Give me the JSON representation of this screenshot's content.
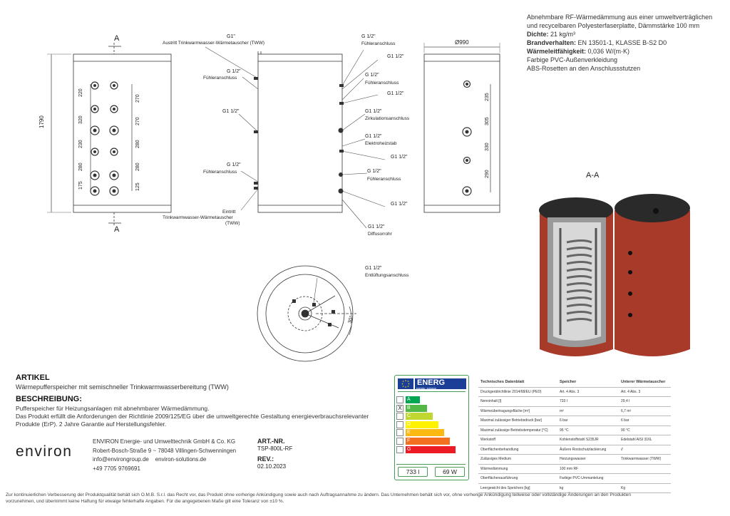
{
  "specs": {
    "heading_line1": "Abnehmbare RF-Wärmedämmung aus einer umweltverträglichen",
    "heading_line2": "und recycelbaren Polyesterfaserplatte, Dämmstärke 100 mm",
    "density_label": "Dichte:",
    "density_value": "21 kg/m³",
    "fire_label": "Brandverhalten:",
    "fire_value": "EN 13501-1, KLASSE B-S2 D0",
    "conductivity_label": "Wärmeleitfähigkeit:",
    "conductivity_value": "0,036 W/(m·K)",
    "extra1": "Farbige PVC-Außenverkleidung",
    "extra2": "ABS-Rosetten an den Anschlussstutzen"
  },
  "drawing": {
    "section_A": "A",
    "section_AA": "A-A",
    "height_total": "1790",
    "diameter": "Ø990",
    "left_dims": [
      "220",
      "320",
      "230",
      "280",
      "175"
    ],
    "center_dims": [
      "270",
      "270",
      "280",
      "280",
      "125"
    ],
    "right_dims": [
      "235",
      "305",
      "330",
      "290"
    ],
    "angle": "30°",
    "callouts": {
      "g1_top": "G1\"",
      "austritt": "Austritt Trinkwarmwasser-Wärmetauscher (TWW)",
      "g12_a": "G 1/2\"",
      "fuehler_a": "Fühleranschluss",
      "g1_left": "G1 1/2\"",
      "g12_b": "G 1/2\"",
      "fuehler_b": "Fühleranschluss",
      "eintritt_1": "Eintritt",
      "eintritt_2": "Trinkwarmwasser-Wärmetauscher",
      "eintritt_3": "(TWW)",
      "r_g12_1": "G 1/2\"",
      "r_fuehler_1": "Fühleranschluss",
      "r_g1_1": "G1 1/2\"",
      "r_g12_2": "G 1/2\"",
      "r_fuehler_2": "Fühleranschluss",
      "r_g1_2": "G1 1/2\"",
      "r_g1_3": "G1 1/2\"",
      "r_zirk": "Zirkulationsanschluss",
      "r_g1_4": "G1 1/2\"",
      "r_elektro": "Elektroheizstab",
      "r_g1_5": "G1 1/2\"",
      "r_g12_3": "G 1/2\"",
      "r_fuehler_3": "Fühleranschluss",
      "r_g1_6": "G1 1/2\"",
      "r_g1_7": "G1 1/2\"",
      "r_diffusor": "Diffusorrohr",
      "top_g1": "G1 1/2\"",
      "top_entl": "Entlüftungsanschluss"
    }
  },
  "article": {
    "title": "ARTIKEL",
    "text": "Wärmepufferspeicher mit semischneller Trinkwarmwasserbereitung (TWW)"
  },
  "description": {
    "title": "BESCHREIBUNG:",
    "line1": "Pufferspeicher für Heizungsanlagen mit abnehmbarer Wärmedämmung.",
    "line2": "Das Produkt erfüllt die Anforderungen der Richtlinie 2009/125/EG über die umweltgerechte Gestaltung energieverbrauchsrelevanter",
    "line3": "Produkte (ErP). 2 Jahre Garantie auf Herstellungsfehler."
  },
  "company": {
    "logo": "environ",
    "name": "ENVIRON Energie- und Umwelttechnik GmbH & Co. KG",
    "address": "Robert-Bosch-Straße 9 ~ 78048 Villingen-Schwenningen",
    "email": "info@environgroup.de",
    "web": "environ-solutions.de",
    "phone": "+49 7705 9769691"
  },
  "article_no": {
    "label": "ART.-NR.",
    "value": "TSP-800L-RF",
    "rev_label": "REV.:",
    "rev_value": "02.10.2023"
  },
  "energy_label": {
    "title": "ENERG",
    "subtitle": "energia · ενέργεια",
    "classes": [
      "A",
      "B",
      "C",
      "D",
      "E",
      "F",
      "G"
    ],
    "selected": "B",
    "mark": "X",
    "volume": "733 l",
    "loss": "69 W",
    "class_colors": [
      "#00a651",
      "#52b947",
      "#bfd730",
      "#fff200",
      "#fdb913",
      "#f37021",
      "#ed1c24"
    ]
  },
  "datasheet": {
    "columns": [
      "Technisches Datenblatt",
      "Speicher",
      "Unterer Wärmetauscher"
    ],
    "rows": [
      [
        "Druckgerätrichtlinie 2014/68/EU (PED)",
        "Art. 4 Abs. 3",
        "Art. 4 Abs. 3"
      ],
      [
        "Nenninhalt [l]",
        "733 l",
        "29,4 l"
      ],
      [
        "Wärmeübertragungsfläche [m²]",
        "m²",
        "6,7 m²"
      ],
      [
        "Maximal zulässiger Betriebsdruck [bar]",
        "6 bar",
        "6 bar"
      ],
      [
        "Maximal zulässige Betriebstemperatur [°C]",
        "95 °C",
        "90 °C"
      ],
      [
        "Werkstoff",
        "Kohlenstoffstahl S235JR",
        "Edelstahl AISI 316L"
      ],
      [
        "Oberflächenbehandlung",
        "Äußere Rostschutzlackierung",
        "//"
      ],
      [
        "Zulässiges Medium",
        "Heizungswasser",
        "Trinkwarmwasser (TWW)"
      ],
      [
        "Wärmedämmung",
        "100 mm RF",
        ""
      ],
      [
        "Oberflächenausführung",
        "Farbige PVC-Ummantelung",
        ""
      ],
      [
        "Leergewicht des Speichers [kg]",
        "kg",
        "Kg"
      ]
    ]
  },
  "footer": {
    "line1": "Zur kontinuierlichen Verbesserung der Produktqualität behält sich O.M.B. S.r.l. das Recht vor, das Produkt ohne vorherige Ankündigung sowie auch nach Auftragsannahme zu ändern. Das Unternehmen behält sich vor, ohne vorherige Ankündigung teilweise oder vollständige Änderungen an den Produkten",
    "line2": "vorzunehmen, und übernimmt keine Haftung für etwaige fehlerhafte Angaben. Für die angegebenen Maße gilt eine Toleranz von ±10 %."
  }
}
